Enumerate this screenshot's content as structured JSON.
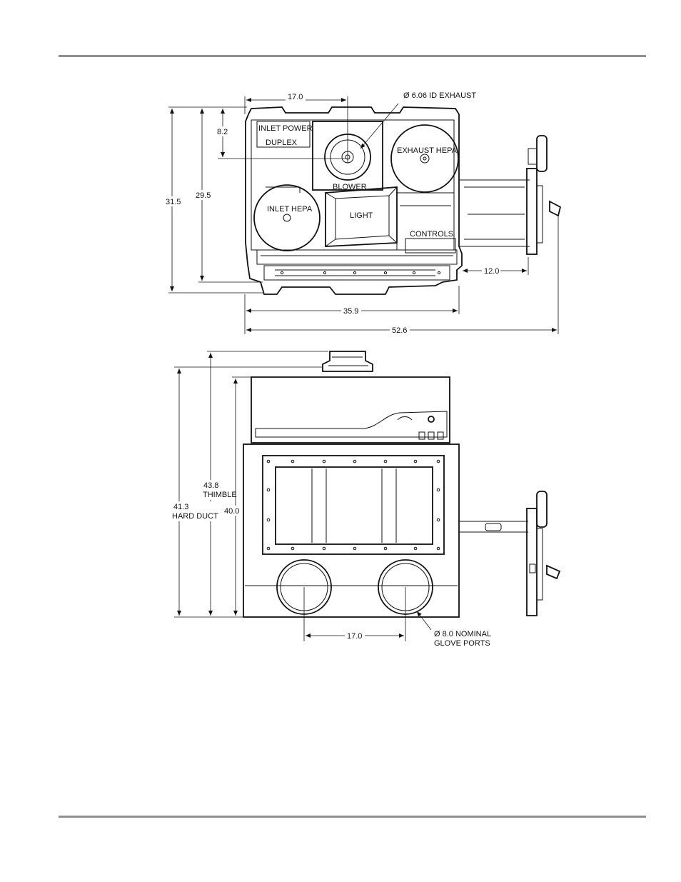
{
  "top_view": {
    "width_17": "17.0",
    "exhaust": "Ø 6.06 ID EXHAUST",
    "depth_8_2": "8.2",
    "inlet_power": "INLET POWER",
    "duplex": "DUPLEX",
    "exhaust_hepa": "EXHAUST HEPA",
    "blower": "BLOWER",
    "depth_31_5": "31.5",
    "depth_29_5": "29.5",
    "inlet_hepa": "INLET HEPA",
    "light": "LIGHT",
    "controls": "CONTROLS",
    "ext_12": "12.0",
    "width_35_9": "35.9",
    "width_52_6": "52.6"
  },
  "front_view": {
    "h_43_8": "43.8",
    "thimble": "THIMBLE",
    "h_41_3": "41.3",
    "hard_duct": "HARD DUCT",
    "h_40": "40.0",
    "port_spacing": "17.0",
    "glove_ports_1": "Ø 8.0  NOMINAL",
    "glove_ports_2": "GLOVE PORTS"
  }
}
